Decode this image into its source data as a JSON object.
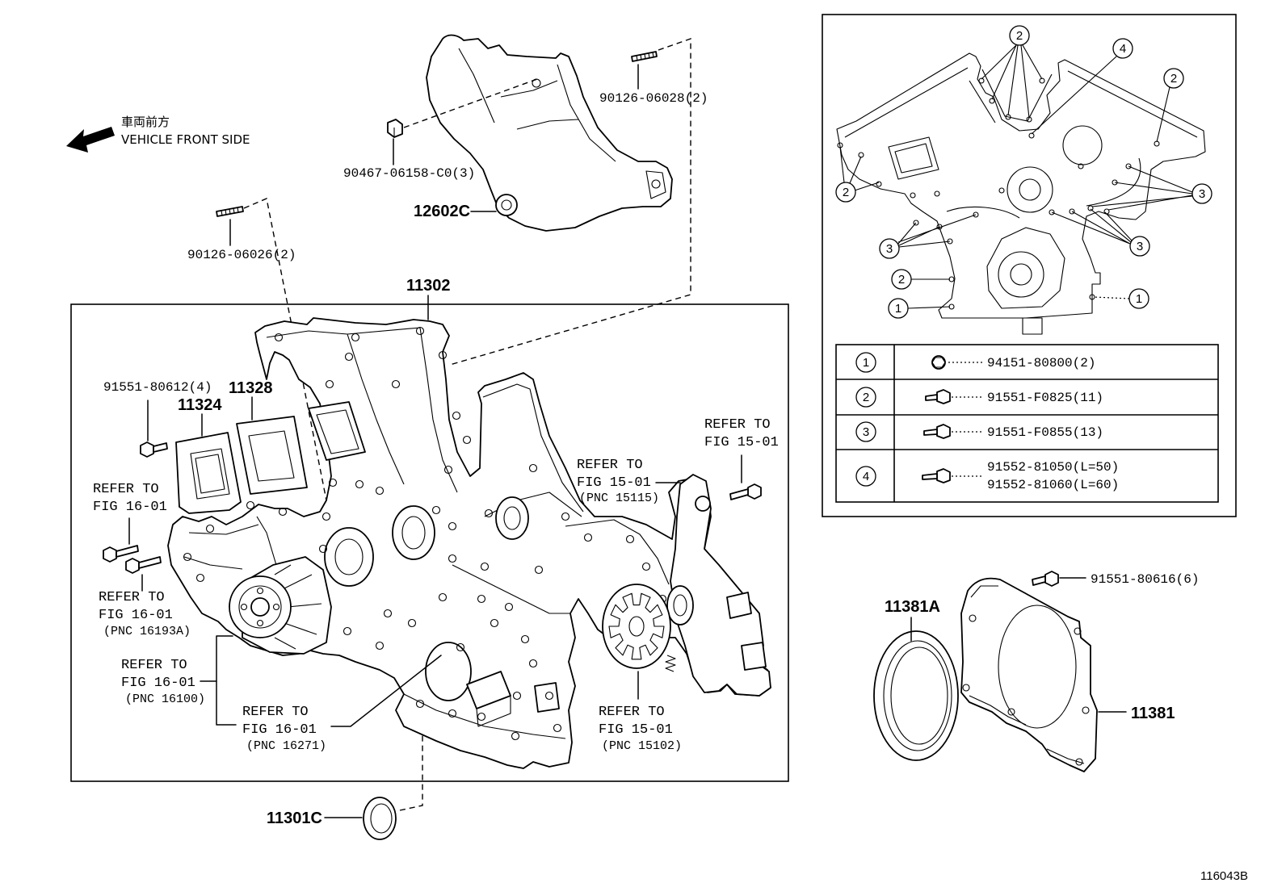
{
  "direction": {
    "label_jp": "車両前方",
    "label_en": "VEHICLE FRONT SIDE"
  },
  "parts": {
    "stud_upper": "90126-06028(2)",
    "nut": "90467-06158-C0(3)",
    "upper_cover": "12602C",
    "stud_lower": "90126-06026(2)",
    "timing_cover": "11302",
    "bolt_plate": "91551-80612(4)",
    "plate": "11324",
    "gasket": "11328",
    "front_oil_seal": "11301C",
    "rear_oil_seal": "11381A",
    "rear_retainer": "11381",
    "bolt_retainer": "91551-80616(6)"
  },
  "references": {
    "fig16_bolt": {
      "line1": "REFER TO",
      "line2": "FIG 16-01"
    },
    "fig16_pnc16193a": {
      "line1": "REFER TO",
      "line2": "FIG 16-01",
      "pnc": "(PNC 16193A)"
    },
    "fig16_pnc16100": {
      "line1": "REFER TO",
      "line2": "FIG 16-01",
      "pnc": "(PNC 16100)"
    },
    "fig16_pnc16271": {
      "line1": "REFER TO",
      "line2": "FIG 16-01",
      "pnc": "(PNC 16271)"
    },
    "fig15_pnc15115": {
      "line1": "REFER TO",
      "line2": "FIG 15-01",
      "pnc": "(PNC 15115)"
    },
    "fig15_bolt": {
      "line1": "REFER TO",
      "line2": "FIG 15-01"
    },
    "fig15_pnc15102": {
      "line1": "REFER TO",
      "line2": "FIG 15-01",
      "pnc": "(PNC 15102)"
    }
  },
  "inset": {
    "callout_labels": {
      "one": "1",
      "two": "2",
      "three": "3",
      "four": "4"
    },
    "table": [
      {
        "key": "1",
        "parts": [
          "94151-80800(2)"
        ]
      },
      {
        "key": "2",
        "parts": [
          "91551-F0825(11)"
        ]
      },
      {
        "key": "3",
        "parts": [
          "91551-F0855(13)"
        ]
      },
      {
        "key": "4",
        "parts": [
          "91552-81050(L=50)",
          "91552-81060(L=60)"
        ]
      }
    ]
  },
  "figure_id": "116043B"
}
